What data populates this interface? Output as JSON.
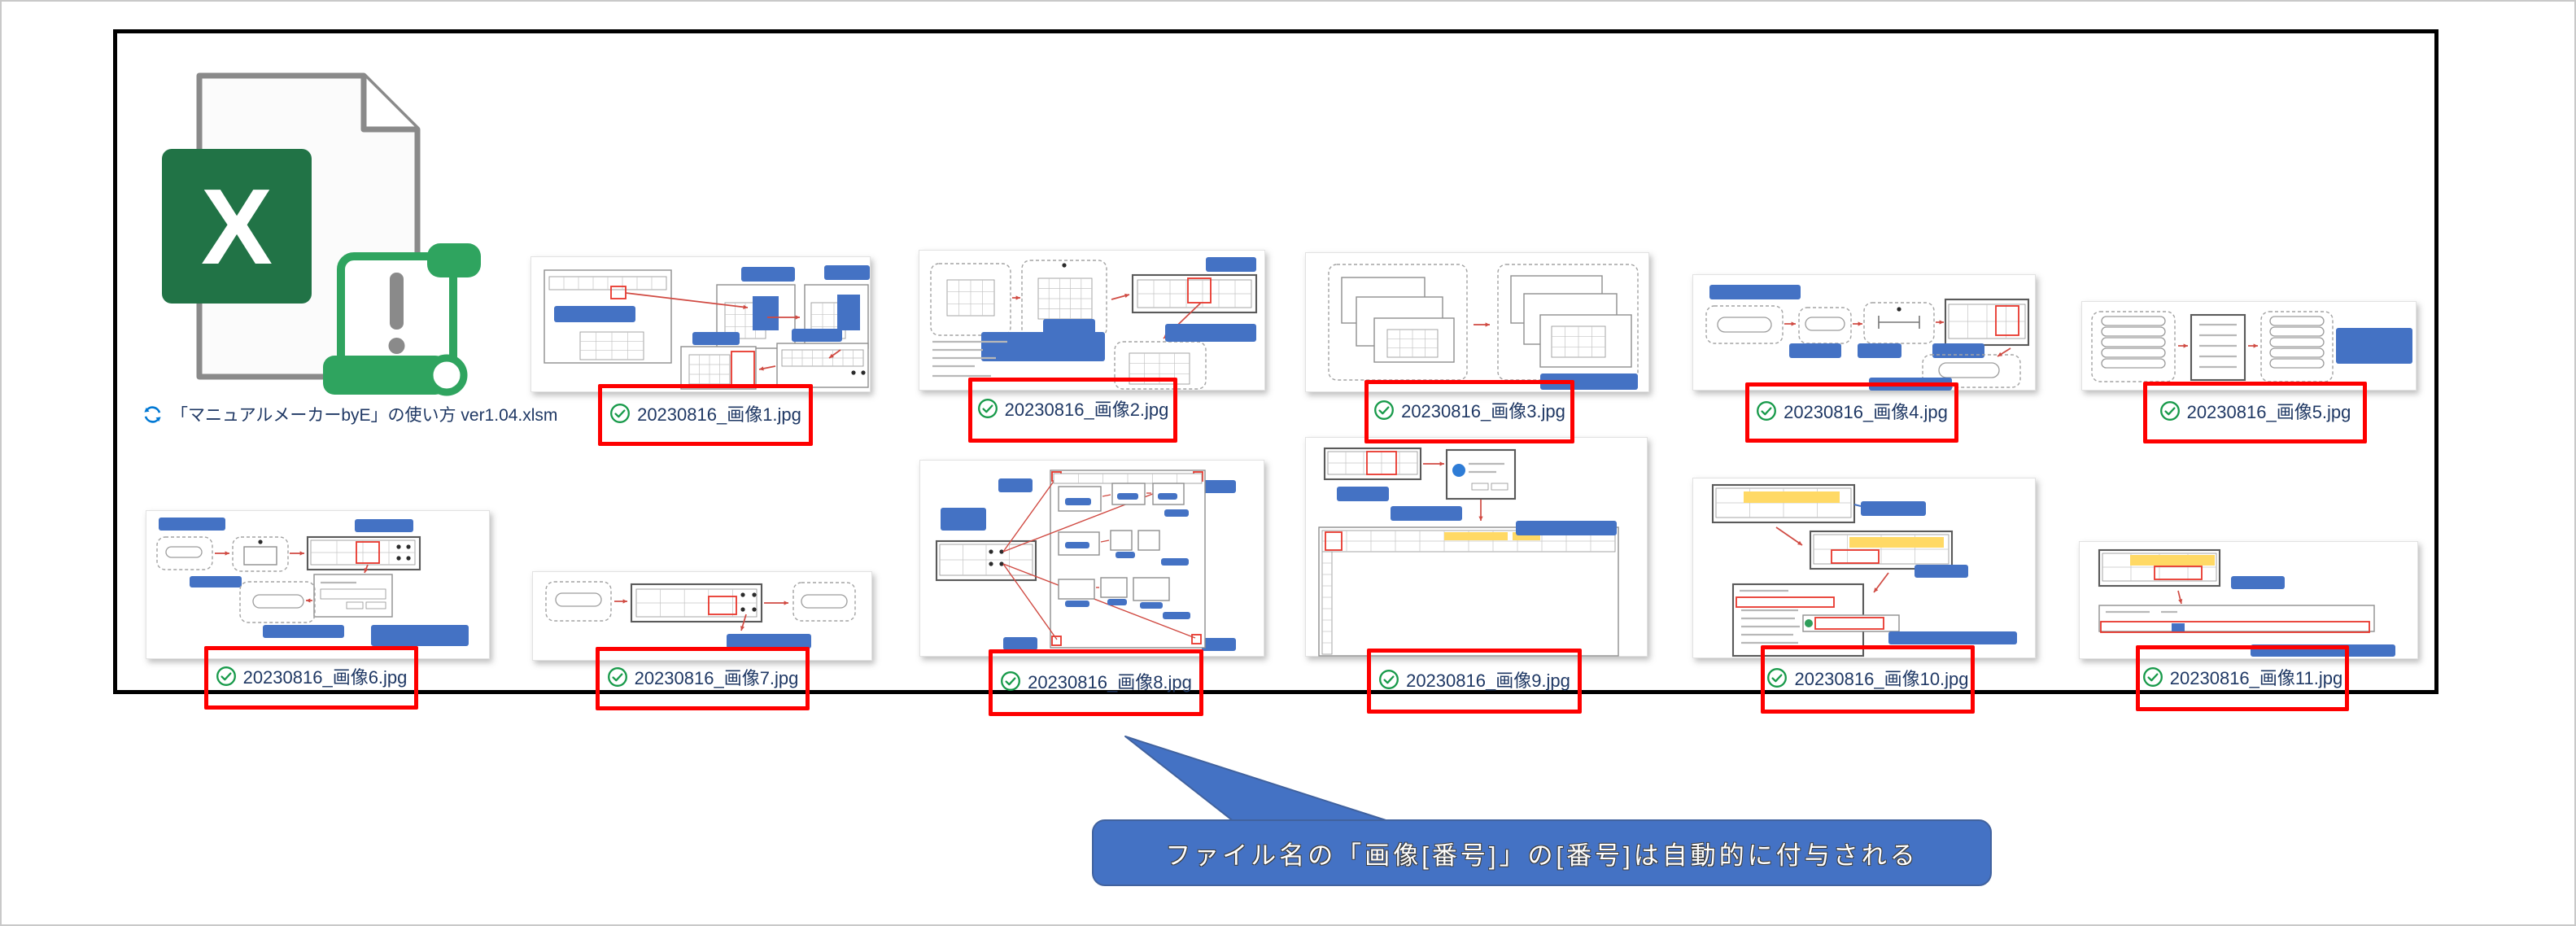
{
  "excel_file": {
    "name": "「マニュアルメーカーbyE」の使い方 ver1.04.xlsm",
    "icon": "excel-macro-file-icon",
    "icon_letter": "X",
    "sync_status_icon": "sync-pending-icon"
  },
  "files": [
    {
      "name": "20230816_画像1.jpg",
      "status_icon": "synced-check-icon"
    },
    {
      "name": "20230816_画像2.jpg",
      "status_icon": "synced-check-icon"
    },
    {
      "name": "20230816_画像3.jpg",
      "status_icon": "synced-check-icon"
    },
    {
      "name": "20230816_画像4.jpg",
      "status_icon": "synced-check-icon"
    },
    {
      "name": "20230816_画像5.jpg",
      "status_icon": "synced-check-icon"
    },
    {
      "name": "20230816_画像6.jpg",
      "status_icon": "synced-check-icon"
    },
    {
      "name": "20230816_画像7.jpg",
      "status_icon": "synced-check-icon"
    },
    {
      "name": "20230816_画像8.jpg",
      "status_icon": "synced-check-icon"
    },
    {
      "name": "20230816_画像9.jpg",
      "status_icon": "synced-check-icon"
    },
    {
      "name": "20230816_画像10.jpg",
      "status_icon": "synced-check-icon"
    },
    {
      "name": "20230816_画像11.jpg",
      "status_icon": "synced-check-icon"
    }
  ],
  "callout": {
    "text": "ファイル名の「画像[番号]」の[番号]は自動的に付与される"
  },
  "colors": {
    "highlight_box": "#fe0000",
    "file_label_text": "#1f3864",
    "check_green": "#189a4a",
    "sync_blue": "#0078d4",
    "excel_green": "#217346",
    "callout_blue": "#4472c4",
    "frame_border": "#000000"
  }
}
